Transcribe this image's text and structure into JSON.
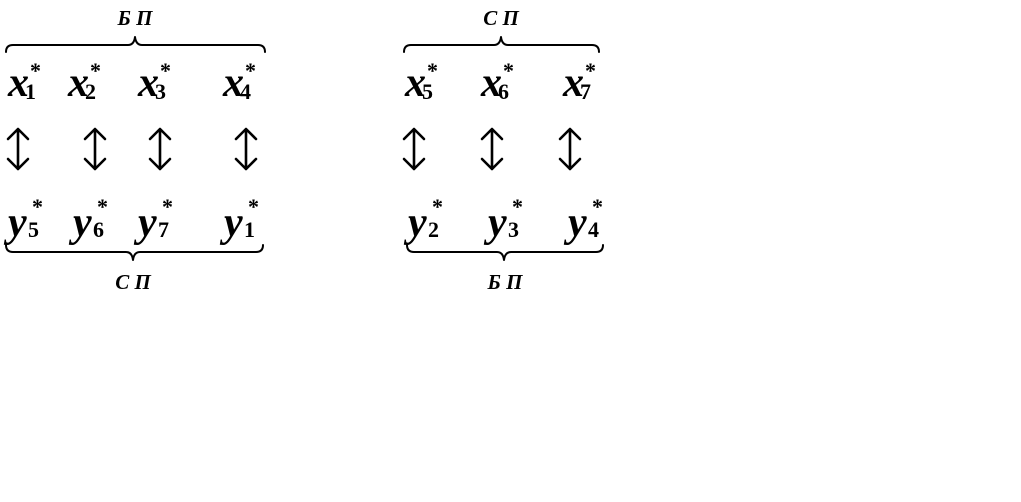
{
  "left_group": {
    "top_label": "Б П",
    "bottom_label": "С П",
    "x_vars": [
      {
        "symbol": "x",
        "sub": "1",
        "sup": "*"
      },
      {
        "symbol": "x",
        "sub": "2",
        "sup": "*"
      },
      {
        "symbol": "x",
        "sub": "3",
        "sup": "*"
      },
      {
        "symbol": "x",
        "sub": "4",
        "sup": "*"
      }
    ],
    "y_vars": [
      {
        "symbol": "y",
        "sub": "5",
        "sup": "*"
      },
      {
        "symbol": "y",
        "sub": "6",
        "sup": "*"
      },
      {
        "symbol": "y",
        "sub": "7",
        "sup": "*"
      },
      {
        "symbol": "y",
        "sub": "1",
        "sup": "*"
      }
    ]
  },
  "right_group": {
    "top_label": "С П",
    "bottom_label": "Б П",
    "x_vars": [
      {
        "symbol": "x",
        "sub": "5",
        "sup": "*"
      },
      {
        "symbol": "x",
        "sub": "6",
        "sup": "*"
      },
      {
        "symbol": "x",
        "sub": "7",
        "sup": "*"
      }
    ],
    "y_vars": [
      {
        "symbol": "y",
        "sub": "2",
        "sup": "*"
      },
      {
        "symbol": "y",
        "sub": "3",
        "sup": "*"
      },
      {
        "symbol": "y",
        "sub": "4",
        "sup": "*"
      }
    ]
  },
  "arrow_icon": "up-down-arrow-icon",
  "colors": {
    "ink": "#000000",
    "background": "#ffffff"
  }
}
